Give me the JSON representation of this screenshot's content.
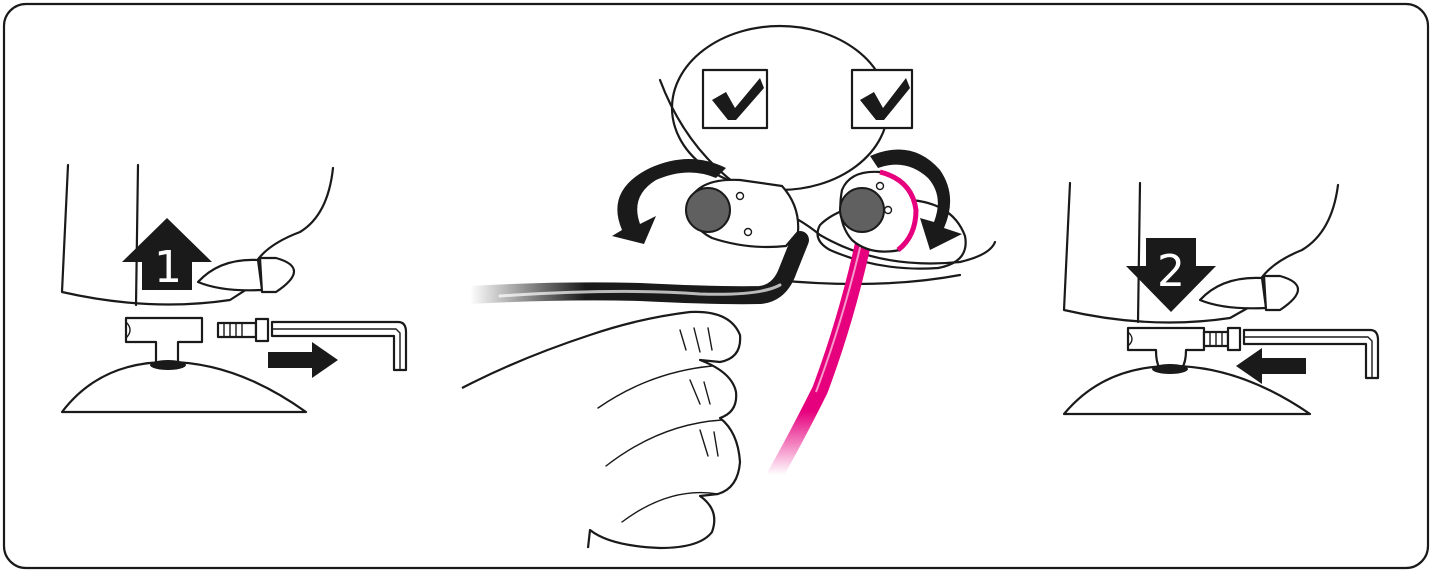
{
  "steps": [
    {
      "number": "1",
      "direction": "up"
    },
    {
      "number": "2",
      "direction": "down"
    }
  ],
  "checkmarks": [
    "check-icon",
    "check-icon"
  ],
  "colors": {
    "line": "#1a1a1a",
    "accent_cable": "#e6007e",
    "earbud_tip": "#606060",
    "background": "#ffffff"
  }
}
